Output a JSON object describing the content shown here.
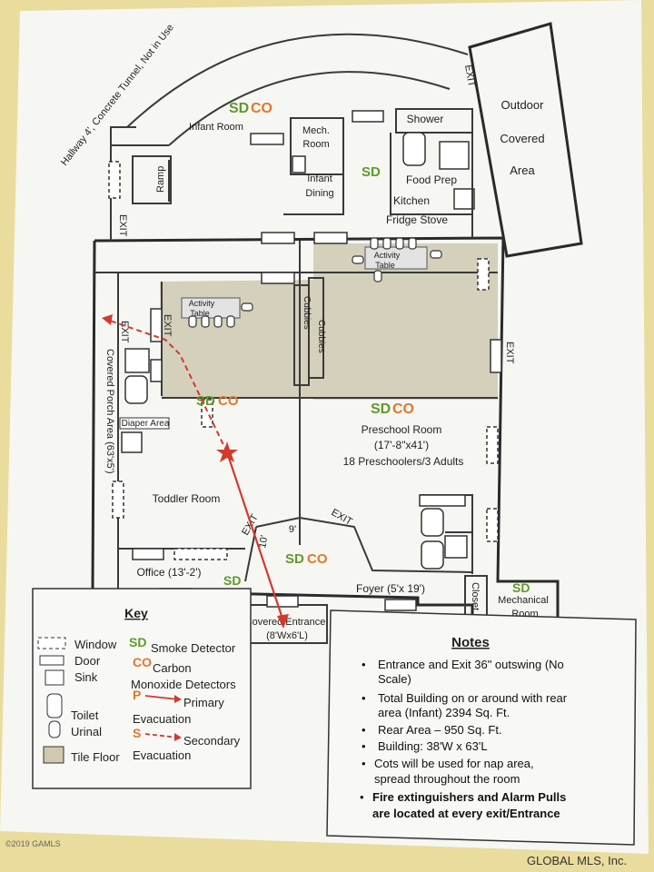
{
  "rooms": {
    "hallway": "Hallway 4', Concrete Tunnel, Not in Use",
    "infant_room": "Infant Room",
    "mech_room": [
      "Mech.",
      "Room"
    ],
    "infant_dining": [
      "Infant",
      "Dining"
    ],
    "shower": "Shower",
    "food_prep": "Food Prep",
    "kitchen": "Kitchen",
    "fridge_stove": "Fridge Stove",
    "outdoor": [
      "Outdoor",
      "Covered",
      "Area"
    ],
    "ramp": "Ramp",
    "activity_table_1": [
      "Activity",
      "Table"
    ],
    "activity_table_2": [
      "Activity",
      "Table"
    ],
    "cubbies_1": "Cubbies",
    "cubbies_2": "Cubbies",
    "covered_porch": "Covered Porch Area (63'x5')",
    "diaper_area": "Diaper Area",
    "toddler_room": "Toddler Room",
    "preschool_room": "Preschool Room",
    "preschool_dims": "(17'-8\"x41')",
    "preschool_capacity": "18 Preschoolers/3 Adults",
    "office": "Office (13'-2')",
    "foyer": "Foyer  (5'x 19')",
    "closet": "Closet",
    "mechanical_room": [
      "Mechanical",
      "Room"
    ],
    "covered_entrance": "Covered Entrance",
    "covered_entrance_dims": "(8'Wx6'L)",
    "dim_9": "9'",
    "dim_10": "10'"
  },
  "exits": {
    "e1": "EXIT",
    "e2": "EXIT",
    "e3": "EXIT",
    "e4": "EXIT",
    "e5": "EXIT",
    "e6": "EXIT",
    "e7": "EXIT"
  },
  "detectors": {
    "sd": "SD",
    "co": "CO"
  },
  "key": {
    "title": "Key",
    "window": "Window",
    "door": "Door",
    "sink": "Sink",
    "toilet": "Toilet",
    "urinal": "Urinal",
    "tile_floor": "Tile Floor",
    "sd_label": "Smoke Detector",
    "co_label_1": "Carbon",
    "co_label_2": "Monoxide Detectors",
    "p_code": "P",
    "primary_1": "Primary",
    "primary_2": "Evacuation",
    "s_code": "S",
    "secondary_1": "Secondary",
    "secondary_2": "Evacuation"
  },
  "notes": {
    "title": "Notes",
    "items": [
      [
        "Entrance and Exit 36\" outswing (No",
        "Scale)"
      ],
      [
        "Total Building on or around with rear",
        "area (Infant) 2394 Sq. Ft."
      ],
      [
        "Rear Area – 950 Sq. Ft."
      ],
      [
        "Building: 38'W x 63'L"
      ],
      [
        "Cots will be used for nap area,",
        "spread throughout the room"
      ],
      [
        "Fire extinguishers and Alarm Pulls",
        "are located at every exit/Entrance"
      ]
    ]
  },
  "watermark_left": "©2019 GAMLS",
  "watermark_right": "GLOBAL MLS, Inc.",
  "colors": {
    "sd": "#5e9a2a",
    "co": "#e0772a",
    "evac": "#d23a2e",
    "tile": "#cfc9b0",
    "background": "#e9dc9c"
  }
}
